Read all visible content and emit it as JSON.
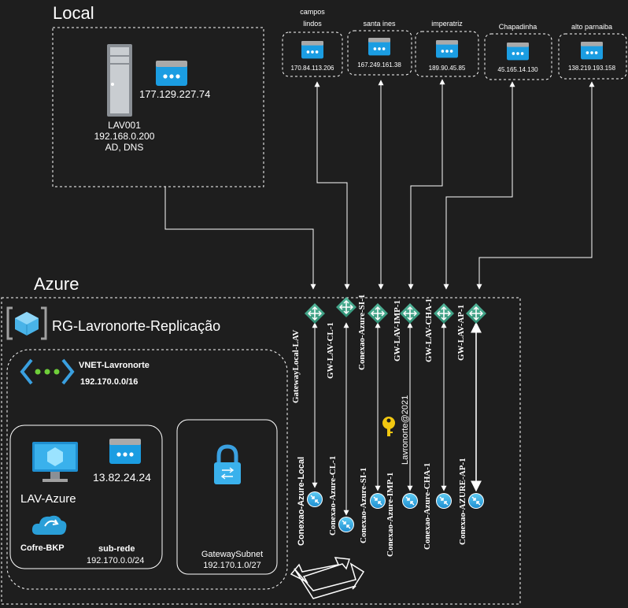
{
  "local": {
    "title": "Local",
    "server_name": "LAV001",
    "server_ip": "192.168.0.200",
    "server_roles": "AD, DNS",
    "public_ip": "177.129.227.74"
  },
  "sites": [
    {
      "name_line1": "campos",
      "name_line2": "lindos",
      "ip": "170.84.113.206"
    },
    {
      "name_line1": "santa ines",
      "name_line2": "",
      "ip": "167.249.161.38"
    },
    {
      "name_line1": "imperatriz",
      "name_line2": "",
      "ip": "189.90.45.85"
    },
    {
      "name_line1": "Chapadinha",
      "name_line2": "",
      "ip": "45.165.14.130"
    },
    {
      "name_line1": "alto parnaiba",
      "name_line2": "",
      "ip": "138.219.193.158"
    }
  ],
  "azure": {
    "title": "Azure",
    "resource_group": "RG-Lavronorte-Replicação",
    "vnet_name": "VNET-Lavronorte",
    "vnet_cidr": "192.170.0.0/16",
    "vm_name": "LAV-Azure",
    "vm_ip": "13.82.24.24",
    "vault_name": "Cofre-BKP",
    "subnet_label": "sub-rede",
    "subnet_cidr": "192.170.0.0/24",
    "gateway_subnet_name": "GatewaySubnet",
    "gateway_subnet_cidr": "192.170.1.0/27",
    "shared_key": "Lavronorte@2021"
  },
  "gateways": [
    "GatewayLocal-LAV",
    "GW-LAV-CL-1",
    "Conexao-Azure-SI-1",
    "GW-LAV-IMP-1",
    "GW-LAV-CHA-1",
    "GW-LAV-AP-1"
  ],
  "connections": [
    "Conexao-Azure-Local",
    "Conexao-Azure-CL-1",
    "Conexao-Azure-SI-1",
    "Conexao-Azure-IMP-1",
    "Conexao-Azure-CHA-1",
    "Conexao-AZURE-AP-1"
  ],
  "colors": {
    "background": "#1e1e1e",
    "azure_blue": "#2a9fd8",
    "gateway_green": "#3ea88e",
    "key_yellow": "#f2c811"
  }
}
